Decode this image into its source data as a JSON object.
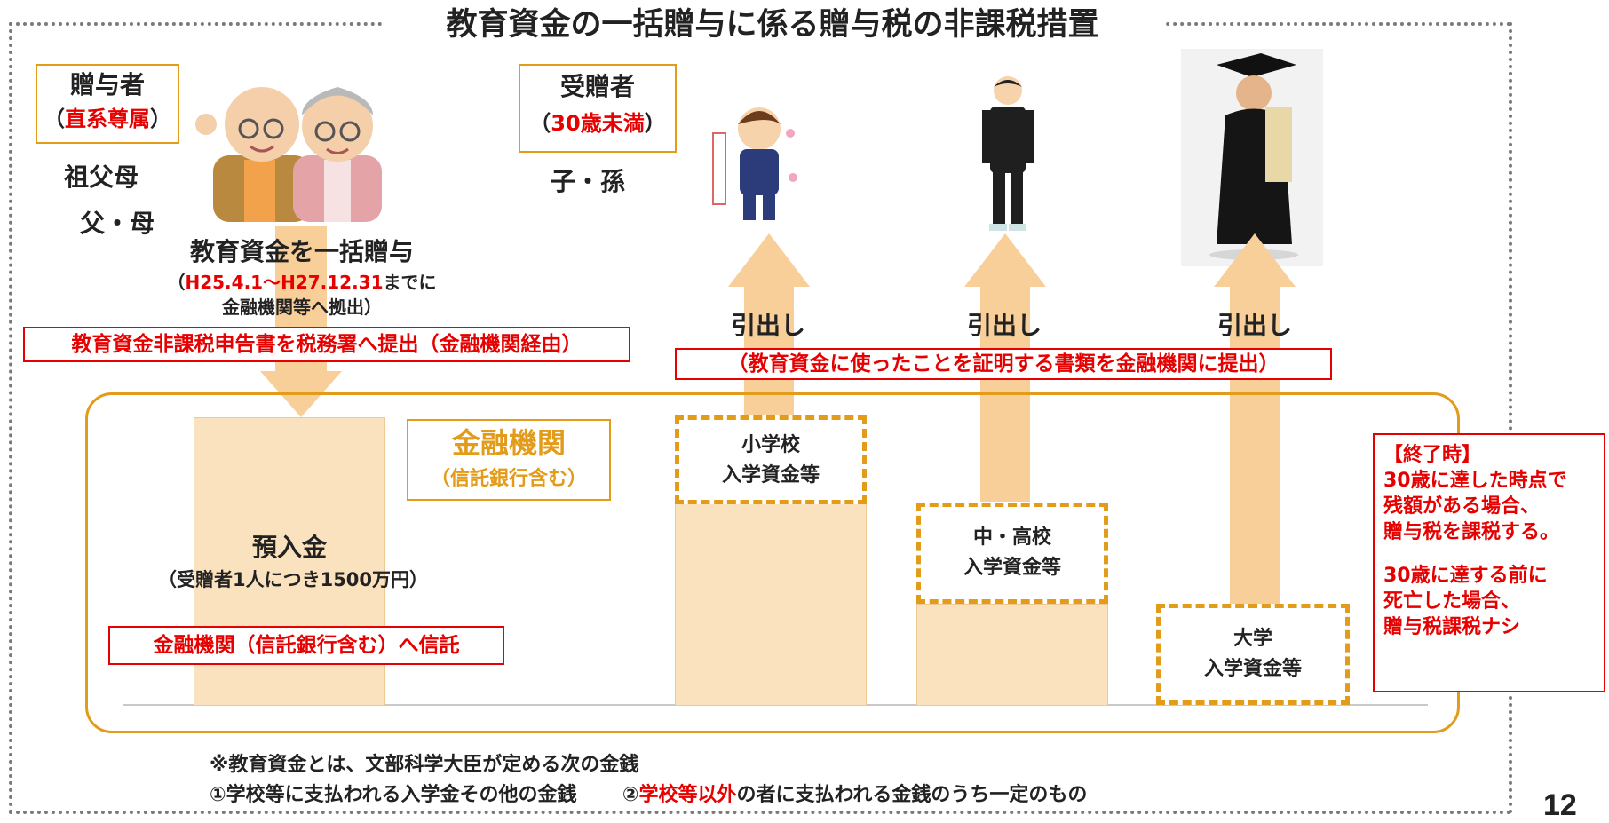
{
  "title": "教育資金の一括贈与に係る贈与税の非課税措置",
  "page_number": "12",
  "donor": {
    "label": "贈与者",
    "paren_open": "（",
    "qualifier": "直系尊属",
    "paren_close": "）",
    "line1": "祖父母",
    "line2": "父・母"
  },
  "recipient": {
    "label": "受贈者",
    "paren_open": "（",
    "qualifier": "30歳未満",
    "paren_close": "）",
    "line1": "子・孫"
  },
  "gift": {
    "heading": "教育資金を一括贈与",
    "period_prefix": "（",
    "period": "H25.4.1～H27.12.31",
    "period_suffix": "までに",
    "deposit_note": "金融機関等へ拠出）"
  },
  "tax_filing_note": "教育資金非課税申告書を税務署へ提出（金融機関経由）",
  "withdrawal_label": "引出し",
  "withdrawal_note": "（教育資金に使ったことを証明する書類を金融機関に提出）",
  "institution": {
    "name": "金融機関",
    "sub": "（信託銀行含む）"
  },
  "deposit": {
    "label": "預入金",
    "limit": "（受贈者1人につき1500万円）",
    "trust_note": "金融機関（信託銀行含む）へ信託"
  },
  "schools": [
    {
      "line1": "小学校",
      "line2": "入学資金等"
    },
    {
      "line1": "中・高校",
      "line2": "入学資金等"
    },
    {
      "line1": "大学",
      "line2": "入学資金等"
    }
  ],
  "end_note": {
    "heading": "【終了時】",
    "line1": "30歳に達した時点で",
    "line2": "残額がある場合、",
    "line3": "贈与税を課税する。",
    "line4": "30歳に達する前に",
    "line5": "死亡した場合、",
    "line6": "贈与税課税ナシ"
  },
  "footnote": {
    "line1": "※教育資金とは、文部科学大臣が定める次の金銭",
    "item1": "①学校等に支払われる入学金その他の金銭",
    "item2_prefix": "②",
    "item2_red": "学校等以外",
    "item2_suffix": "の者に支払われる金銭のうち一定のもの"
  },
  "colors": {
    "accent_orange": "#e39b1a",
    "warning_red": "#e60000",
    "fill_light": "#fbe2bf",
    "arrow": "#f9cf99"
  },
  "icons": [
    "grandparents-illustration",
    "schoolchild-illustration",
    "student-illustration",
    "graduate-illustration"
  ]
}
